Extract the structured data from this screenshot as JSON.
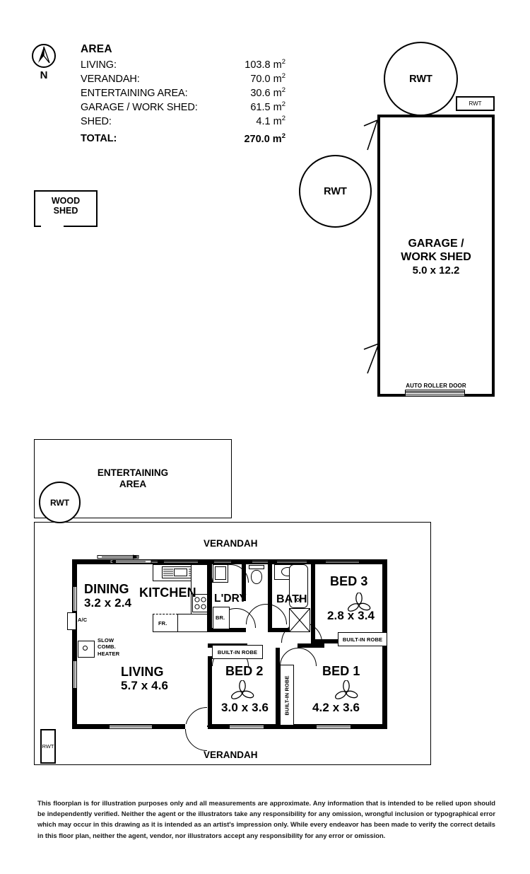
{
  "compass": {
    "label": "N",
    "icon": "compass-rose-icon"
  },
  "area": {
    "title": "AREA",
    "rows": [
      {
        "label": "LIVING:",
        "value": "103.8",
        "unit": "m",
        "sup": "2"
      },
      {
        "label": "VERANDAH:",
        "value": "70.0",
        "unit": "m",
        "sup": "2"
      },
      {
        "label": "ENTERTAINING AREA:",
        "value": "30.6",
        "unit": "m",
        "sup": "2"
      },
      {
        "label": "GARAGE / WORK SHED:",
        "value": "61.5",
        "unit": "m",
        "sup": "2"
      },
      {
        "label": "SHED:",
        "value": "4.1",
        "unit": "m",
        "sup": "2"
      }
    ],
    "total": {
      "label": "TOTAL:",
      "value": "270.0",
      "unit": "m",
      "sup": "2"
    }
  },
  "tanks": {
    "top": "RWT",
    "middle": "RWT",
    "small_box_top": "RWT",
    "entertaining": "RWT",
    "bottom_left": "RWT"
  },
  "wood_shed": {
    "line1": "WOOD",
    "line2": "SHED"
  },
  "garage": {
    "line1": "GARAGE /",
    "line2": "WORK SHED",
    "dimensions": "5.0 x 12.2",
    "roller_door": "AUTO ROLLER DOOR"
  },
  "entertaining": {
    "line1": "ENTERTAINING",
    "line2": "AREA"
  },
  "verandah": {
    "top": "VERANDAH",
    "bottom": "VERANDAH"
  },
  "rooms": {
    "dining": {
      "name": "DINING",
      "dimensions": "3.2 x 2.4"
    },
    "kitchen": {
      "name": "KITCHEN",
      "dimensions": ""
    },
    "laundry": {
      "name": "L'DRY",
      "dimensions": ""
    },
    "bath": {
      "name": "BATH",
      "dimensions": ""
    },
    "bed3": {
      "name": "BED 3",
      "dimensions": "2.8 x 3.4"
    },
    "living": {
      "name": "LIVING",
      "dimensions": "5.7 x 4.6"
    },
    "bed2": {
      "name": "BED 2",
      "dimensions": "3.0 x 3.6"
    },
    "bed1": {
      "name": "BED 1",
      "dimensions": "4.2 x 3.6"
    }
  },
  "annotations": {
    "ac": "A/C",
    "heater": {
      "line1": "SLOW",
      "line2": "COMB.",
      "line3": "HEATER"
    },
    "fridge": "FR.",
    "broom": "BR.",
    "robe_bed3": "BUILT-IN ROBE",
    "robe_bed2": "BUILT-IN ROBE",
    "robe_bed1": "BUILT-IN ROBE"
  },
  "disclaimer": "This floorplan is for illustration purposes only and all measurements are approximate. Any information that is intended to be relied upon should be independently verified. Neither the agent or the illustrators take any responsibility for any omission, wrongful inclusion or typographical error which may occur in this drawing as it is intended as an artist's impression only. While every endeavor has been made to verify the correct details in this floor plan, neither the agent, vendor, nor illustrators accept any responsibility for any error or omission.",
  "colors": {
    "ink": "#000000",
    "paper": "#ffffff"
  }
}
